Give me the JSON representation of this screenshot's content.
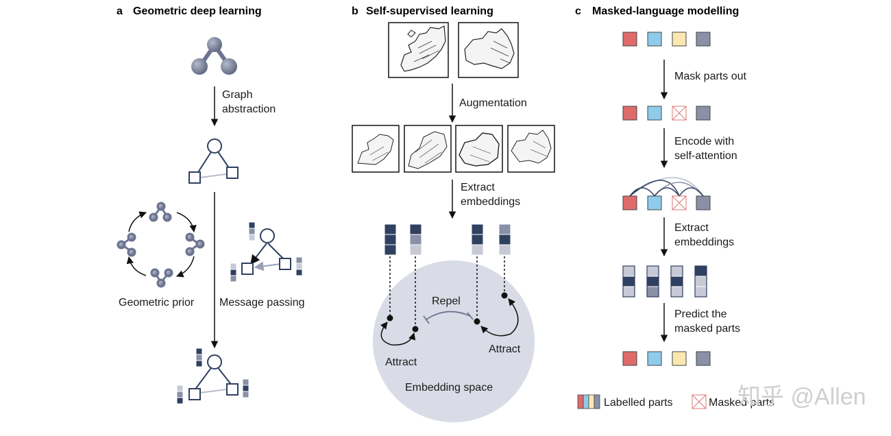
{
  "panel_a": {
    "letter": "a",
    "title": "Geometric deep learning",
    "step1_line1": "Graph",
    "step1_line2": "abstraction",
    "geometric_prior": "Geometric prior",
    "message_passing": "Message passing"
  },
  "panel_b": {
    "letter": "b",
    "title": "Self-supervised learning",
    "augmentation": "Augmentation",
    "extract_line1": "Extract",
    "extract_line2": "embeddings",
    "repel": "Repel",
    "attract_left": "Attract",
    "attract_right": "Attract",
    "embedding_space": "Embedding space"
  },
  "panel_c": {
    "letter": "c",
    "title": "Masked-language modelling",
    "mask_parts_out": "Mask parts out",
    "encode_line1": "Encode with",
    "encode_line2": "self-attention",
    "extract_line1": "Extract",
    "extract_line2": "embeddings",
    "predict_line1": "Predict the",
    "predict_line2": "masked parts",
    "legend_labelled": "Labelled parts",
    "legend_masked": "Masked parts"
  },
  "watermark": "知乎 @Allen",
  "colors": {
    "red": "#df6b6b",
    "blue": "#8fcbea",
    "yellow": "#fbe7b0",
    "gray": "#8a90a6",
    "navy": "#2f4060",
    "node": "#7a8299",
    "embedding_space": "#d9dce6"
  }
}
